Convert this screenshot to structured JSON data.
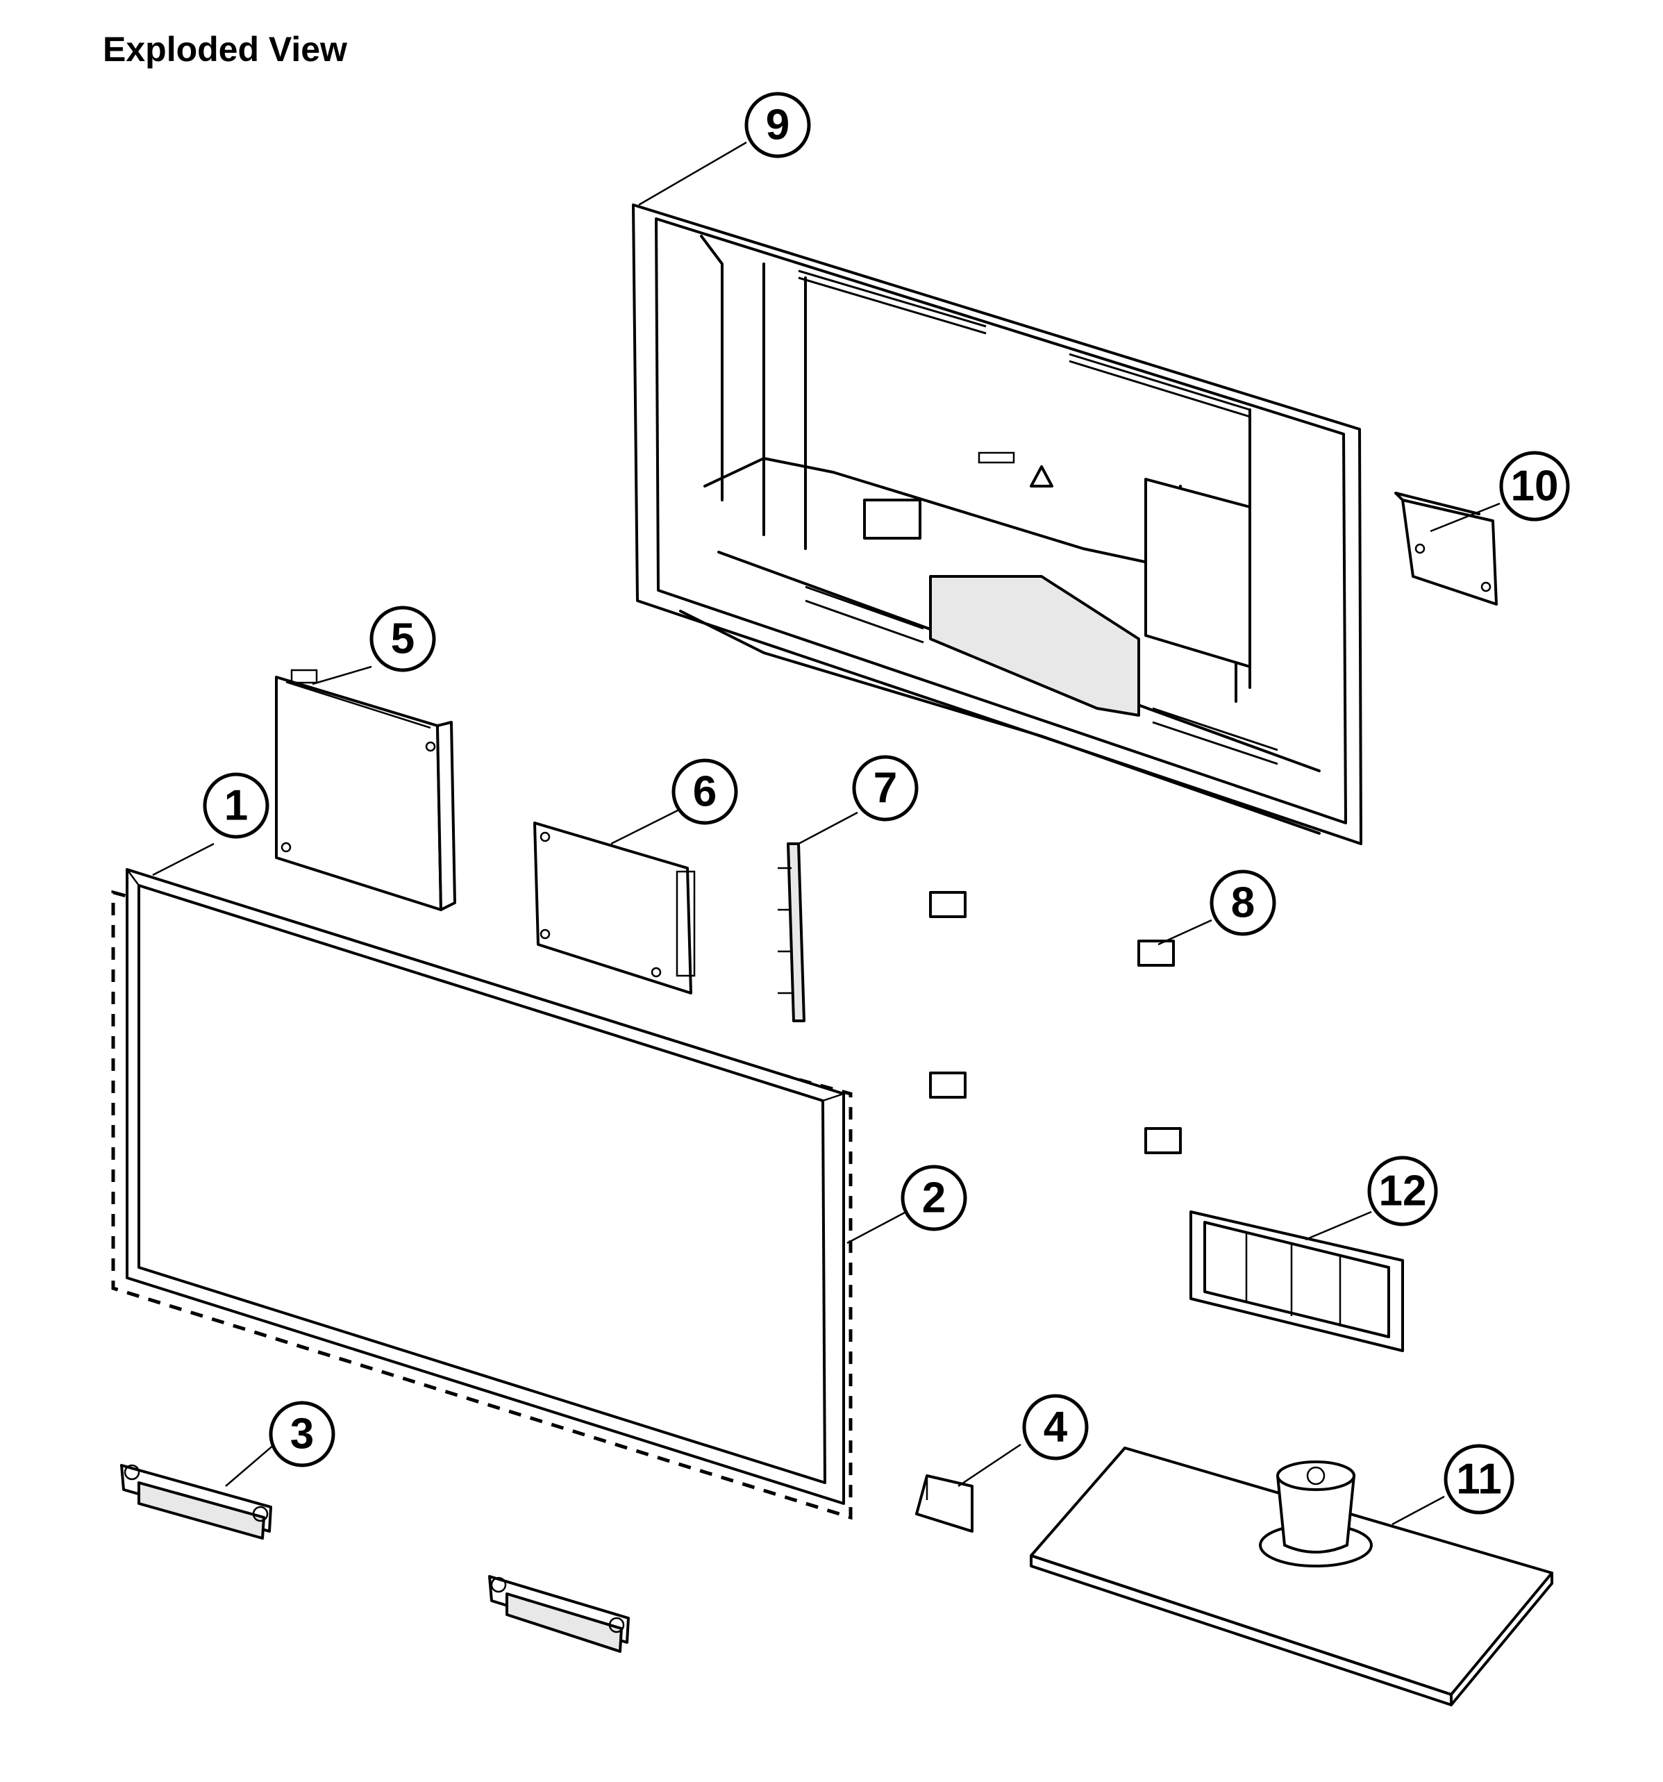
{
  "header": {
    "title": "Exploded View"
  },
  "callouts": [
    {
      "id": "1",
      "label": "1"
    },
    {
      "id": "2",
      "label": "2"
    },
    {
      "id": "3",
      "label": "3"
    },
    {
      "id": "4",
      "label": "4"
    },
    {
      "id": "5",
      "label": "5"
    },
    {
      "id": "6",
      "label": "6"
    },
    {
      "id": "7",
      "label": "7"
    },
    {
      "id": "8",
      "label": "8"
    },
    {
      "id": "9",
      "label": "9"
    },
    {
      "id": "10",
      "label": "10"
    },
    {
      "id": "11",
      "label": "11"
    },
    {
      "id": "12",
      "label": "12"
    }
  ]
}
